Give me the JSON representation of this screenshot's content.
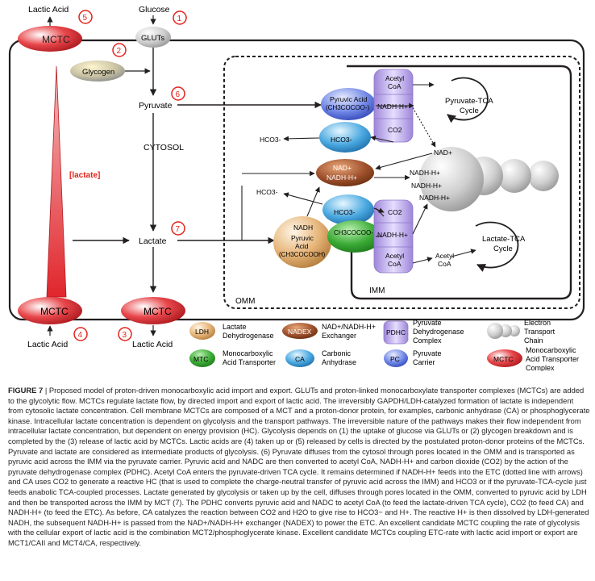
{
  "figure": {
    "labels": {
      "lactic_acid_out_top": "Lactic Acid",
      "glucose": "Glucose",
      "gluts": "GLUTs",
      "glycogen": "Glycogen",
      "pyruvate": "Pyruvate",
      "cytosol": "CYTOSOL",
      "lactate_gradient": "[lactate]",
      "lactate": "Lactate",
      "lactic_acid_in_bottom": "Lactic Acid",
      "lactic_acid_out_bottom": "Lactic Acid",
      "omm": "OMM",
      "imm": "IMM",
      "pyruvic_acid_pc_1": "Pyruvic Acid",
      "pyruvic_acid_pc_2": "(CH3COCOO-)",
      "hco3_ca_top": "HCO3-",
      "hco3_left_top": "HCO3-",
      "nad_plus": "NAD+",
      "nadh_h_ex": "NADH-H+",
      "hco3_left_bottom": "HCO3-",
      "hco3_ca_bottom": "HCO3-",
      "co2_bottom": "CO2",
      "ldh_nadh": "NADH",
      "ldh_pyruvic_1": "Pyruvic",
      "ldh_pyruvic_2": "Acid",
      "ldh_pyruvic_3": "(CH3COCOOH)",
      "mtc_text": "CH3COCOO-",
      "nadh_h_pdhc_bottom": "NADH-H+",
      "acetyl_coa_top_1": "Acetyl",
      "acetyl_coa_top_2": "CoA",
      "nadh_h_pdhc_top": "NADH-H+",
      "co2_top": "CO2",
      "pyruvate_tca_1": "Pyruvate-TCA",
      "pyruvate_tca_2": "Cycle",
      "etc_nad": "NAD+",
      "etc_nadh_1": "NADH-H+",
      "etc_nadh_2": "NADH-H+",
      "etc_nadh_3": "NADH-H+",
      "acetyl_coa_bottom_1": "Acetyl",
      "acetyl_coa_bottom_2": "CoA",
      "acetyl_coa_free_1": "Acetyl",
      "acetyl_coa_free_2": "CoA",
      "lactate_tca_1": "Lactate-TCA",
      "lactate_tca_2": "Cycle",
      "mct_top": "MCTC",
      "mct_bottom_left": "MCTC",
      "mct_bottom_right": "MCTC"
    },
    "steps": [
      "1",
      "2",
      "3",
      "4",
      "5",
      "6",
      "7"
    ],
    "legend": {
      "ldh_key": "LDH",
      "ldh_1": "Lactate",
      "ldh_2": "Dehydrogenase",
      "nadex_key": "NADEX",
      "nadex_1": "NAD+/NADH-H+",
      "nadex_2": "Exchanger",
      "pdhc_key": "PDHC",
      "pdhc_1": "Pyruvate",
      "pdhc_2": "Dehydrogenase",
      "pdhc_3": "Complex",
      "etc_1": "Electron",
      "etc_2": "Transport",
      "etc_3": "Chain",
      "mtc_key": "MTC",
      "mtc_1": "Monocarboxylic",
      "mtc_2": "Acid Transporter",
      "ca_key": "CA",
      "ca_1": "Carbonic",
      "ca_2": "Anhydrase",
      "pc_key": "PC",
      "pc_1": "Pyruvate",
      "pc_2": "Carrier",
      "mctc_key": "MCTC",
      "mctc_1": "Monocarboxylic",
      "mctc_2": "Acid Transporter",
      "mctc_3": "Complex"
    },
    "colors": {
      "mct_red": "#e03a3e",
      "ldh_tan": "#e6b478",
      "nadex_brown": "#a0522d",
      "mtc_green": "#3aaa35",
      "ca_blue": "#4aa8e0",
      "pc_blue": "#4a6fd8",
      "pdhc_lavender": "#b9a6e6",
      "etc_gray": "#c9c9c9",
      "step_red": "#e2231a"
    }
  },
  "caption": {
    "label": "FIGURE 7",
    "separator": " | ",
    "text": "Proposed model of proton-driven monocarboxylic acid import and export. GLUTs and proton-linked monocarboxylate transporter complexes (MCTCs) are added to the glycolytic flow. MCTCs regulate lactate flow, by directed import and export of lactic acid. The irreversibly GAPDH/LDH-catalyzed formation of lactate is independent from cytosolic lactate concentration. Cell membrane MCTCs are composed of a MCT and a proton-donor protein, for examples, carbonic anhydrase (CA) or phosphoglycerate kinase. Intracellular lactate concentration is dependent on glycolysis and the transport pathways. The irreversible nature of the pathways makes their flow independent from intracellular lactate concentration, but dependent on energy provision (HC). Glycolysis depends on (1) the uptake of glucose via GLUTs or (2) glycogen breakdown and is completed by the (3) release of lactic acid by MCTCs. Lactic acids are (4) taken up or (5) released by cells is directed by the postulated proton-donor proteins of the MCTCs. Pyruvate and lactate are considered as intermediate products of glycolysis. (6) Pyruvate diffuses from the cytosol through pores located in the OMM and is transported as pyruvic acid across the IMM via the pyruvate carrier. Pyruvic acid and NADC are then converted to acetyl CoA, NADH-H+ and carbon dioxide (CO2) by the action of the pyruvate dehydrogenase complex (PDHC). Acetyl CoA enters the pyruvate-driven TCA cycle. It remains determined if NADH-H+ feeds into the ETC (dotted line with arrows) and CA uses CO2 to generate a reactive HC (that is used to complete the charge-neutral transfer of pyruvic acid across the IMM) and HCO3 or if the pyruvate-TCA-cycle just feeds anabolic TCA-coupled processes. Lactate generated by glycolysis or taken up by the cell, diffuses through pores located in the OMM, converted to pyruvic acid by LDH and then be transported across the IMM by MCT (7). The PDHC converts pyruvic acid and NADC to acetyl CoA (to feed the lactate-driven TCA cycle), CO2 (to feed CA) and NADH-H+ (to feed the ETC). As before, CA catalyzes the reaction between CO2 and H2O to give rise to HCO3− and H+. The reactive H+ is then dissolved by LDH-generated NADH, the subsequent NADH-H+ is passed from the NAD+/NADH-H+ exchanger (NADEX) to power the ETC. An excellent candidate MCTC coupling the rate of glycolysis with the cellular export of lactic acid is the combination MCT2/phosphoglycerate kinase. Excellent candidate MCTCs coupling ETC-rate with lactic acid import or export are MCT1/CAII and MCT4/CA, respectively."
  }
}
